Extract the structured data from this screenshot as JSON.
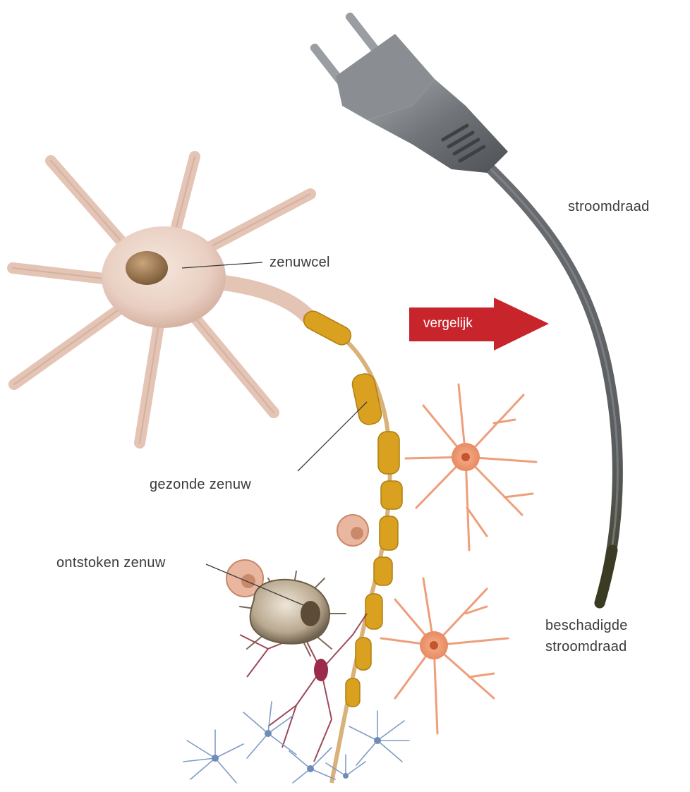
{
  "labels": {
    "nerve_cell": "zenuwcel",
    "healthy_nerve": "gezonde zenuw",
    "inflamed_nerve": "ontstoken zenuw",
    "power_cord": "stroomdraad",
    "damaged_cord_line1": "beschadigde",
    "damaged_cord_line2": "stroomdraad",
    "compare": "vergelijk"
  },
  "colors": {
    "cell_body": "#e9cfc2",
    "nucleus": "#9c7a52",
    "myelin": "#d9a11f",
    "small_neuron": "#ee9e7a",
    "compare_arrow": "#c8242b",
    "plug": "#6d7074",
    "cord": "#5a5d60",
    "cord_damaged_end": "#4a4a2e",
    "blue_cells": "#7f9bc4",
    "red_vessels": "#8a2a3e"
  },
  "icons": {
    "plug": "power-plug-icon",
    "arrow": "arrow-right-icon"
  }
}
